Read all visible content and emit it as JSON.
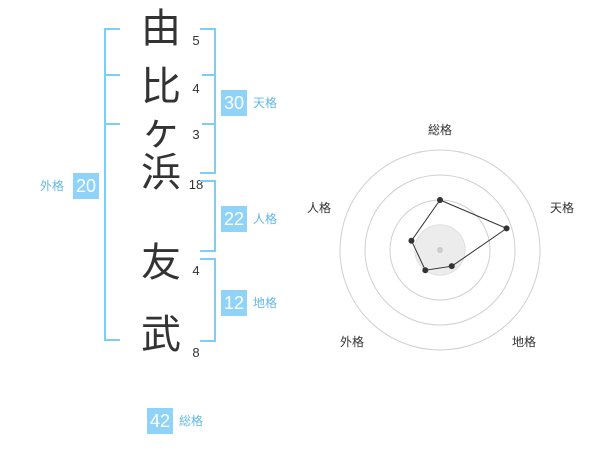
{
  "name": {
    "chars": [
      "由",
      "比",
      "ヶ",
      "浜",
      "友",
      "武"
    ],
    "strokes": [
      "5",
      "4",
      "3",
      "18",
      "4",
      "8"
    ]
  },
  "kaku": {
    "tenkaku": {
      "value": "30",
      "label": "天格"
    },
    "jinkaku": {
      "value": "22",
      "label": "人格"
    },
    "chikaku": {
      "value": "12",
      "label": "地格"
    },
    "gaikaku": {
      "value": "20",
      "label": "外格"
    },
    "soukaku": {
      "value": "42",
      "label": "総格"
    }
  },
  "radar": {
    "axes": [
      "総格",
      "天格",
      "地格",
      "外格",
      "人格"
    ],
    "levels": [
      0.5,
      0.7,
      0.2,
      0.25,
      0.3
    ],
    "colors": {
      "ring": "#d0d0d0",
      "fill": "#ececec",
      "line": "#333333"
    }
  }
}
